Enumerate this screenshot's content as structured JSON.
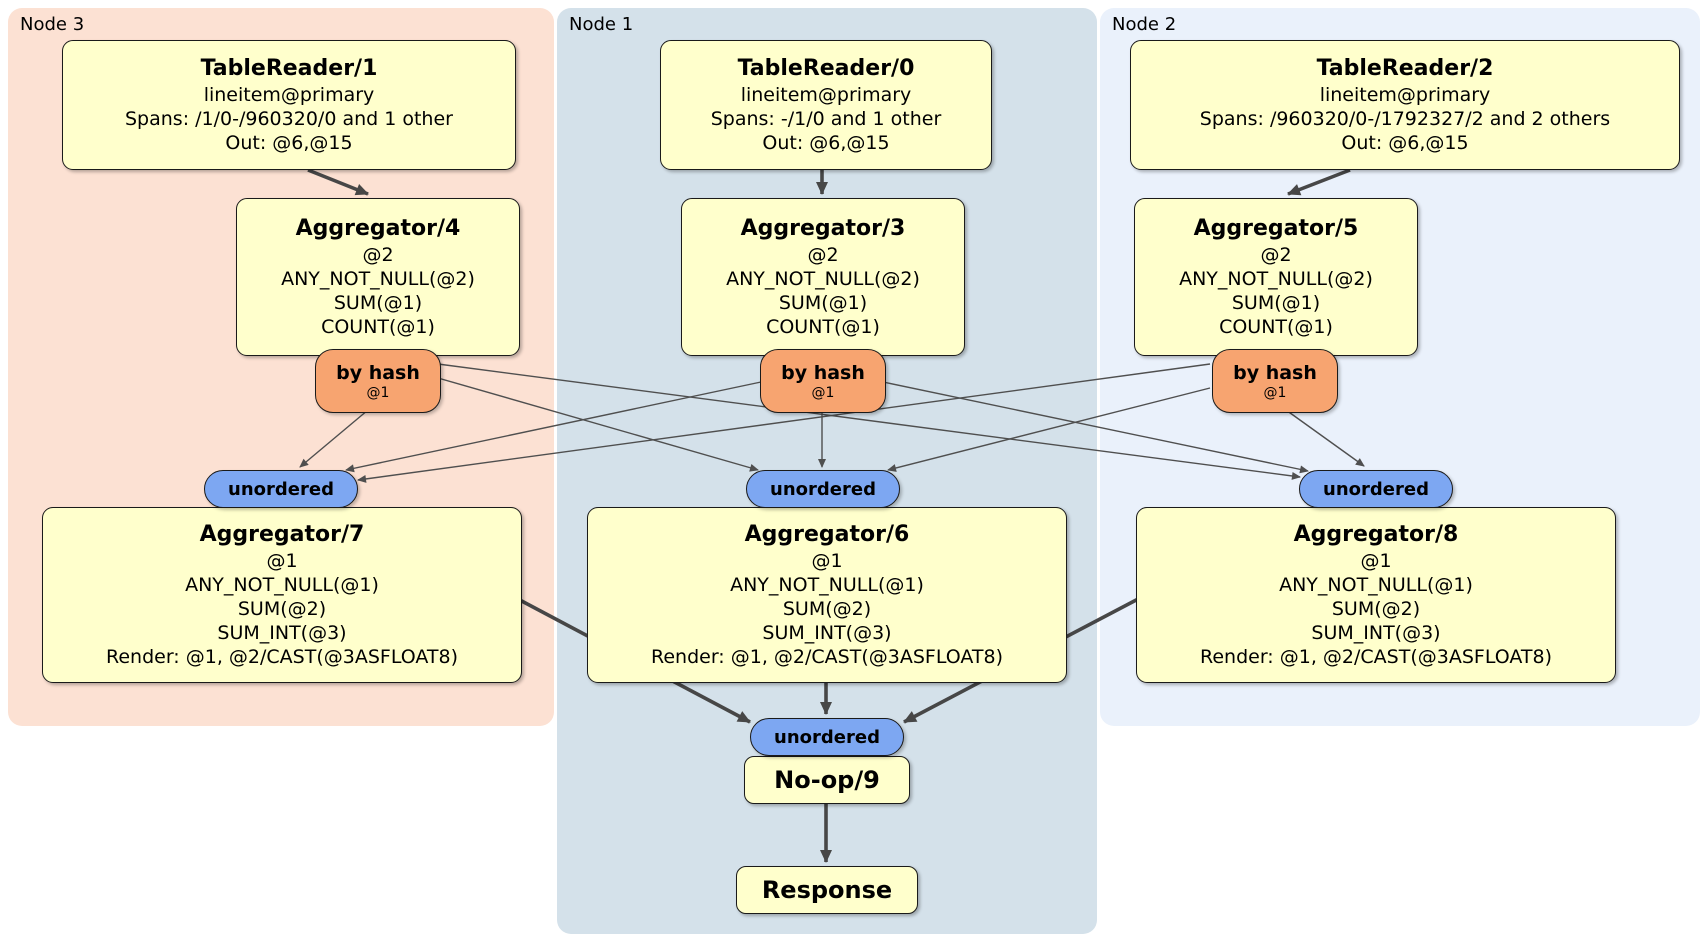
{
  "panels": [
    {
      "label": "Node 3"
    },
    {
      "label": "Node 1"
    },
    {
      "label": "Node 2"
    }
  ],
  "processors": {
    "tr1": {
      "title": "TableReader/1",
      "lines": [
        "lineitem@primary",
        "Spans: /1/0-/960320/0 and 1 other",
        "Out: @6,@15"
      ]
    },
    "tr0": {
      "title": "TableReader/0",
      "lines": [
        "lineitem@primary",
        "Spans: -/1/0 and 1 other",
        "Out: @6,@15"
      ]
    },
    "tr2": {
      "title": "TableReader/2",
      "lines": [
        "lineitem@primary",
        "Spans: /960320/0-/1792327/2 and 2 others",
        "Out: @6,@15"
      ]
    },
    "agg4": {
      "title": "Aggregator/4",
      "lines": [
        "@2",
        "ANY_NOT_NULL(@2)",
        "SUM(@1)",
        "COUNT(@1)"
      ]
    },
    "agg3": {
      "title": "Aggregator/3",
      "lines": [
        "@2",
        "ANY_NOT_NULL(@2)",
        "SUM(@1)",
        "COUNT(@1)"
      ]
    },
    "agg5": {
      "title": "Aggregator/5",
      "lines": [
        "@2",
        "ANY_NOT_NULL(@2)",
        "SUM(@1)",
        "COUNT(@1)"
      ]
    },
    "agg7": {
      "title": "Aggregator/7",
      "lines": [
        "@1",
        "ANY_NOT_NULL(@1)",
        "SUM(@2)",
        "SUM_INT(@3)",
        "Render: @1, @2/CAST(@3ASFLOAT8)"
      ]
    },
    "agg6": {
      "title": "Aggregator/6",
      "lines": [
        "@1",
        "ANY_NOT_NULL(@1)",
        "SUM(@2)",
        "SUM_INT(@3)",
        "Render: @1, @2/CAST(@3ASFLOAT8)"
      ]
    },
    "agg8": {
      "title": "Aggregator/8",
      "lines": [
        "@1",
        "ANY_NOT_NULL(@1)",
        "SUM(@2)",
        "SUM_INT(@3)",
        "Render: @1, @2/CAST(@3ASFLOAT8)"
      ]
    },
    "noop": {
      "title": "No-op/9"
    },
    "response": {
      "title": "Response"
    }
  },
  "router": {
    "label": "by hash",
    "key": "@1"
  },
  "sync": {
    "label": "unordered"
  },
  "colors": {
    "panel_node3": "#fce1d3",
    "panel_node1": "#d4e1ea",
    "panel_node2": "#eaf1fb",
    "processor_fill": "#ffffcc",
    "router_fill": "#f7a470",
    "sync_fill": "#7da7f2",
    "edge": "#474747"
  }
}
